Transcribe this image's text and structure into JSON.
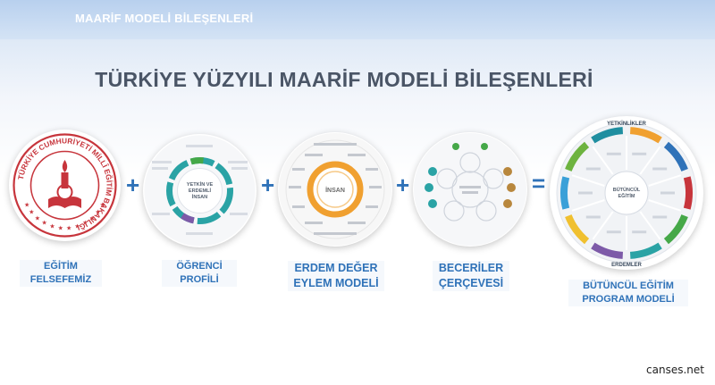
{
  "header": {
    "title": "MAARİF MODELİ BİLEŞENLERİ"
  },
  "main_title": "TÜRKİYE YÜZYILI MAARİF MODELİ BİLEŞENLERİ",
  "operators": {
    "plus": "+",
    "equals": "="
  },
  "components": [
    {
      "line1": "EĞİTİM",
      "line2": "FELSEFEMİZ"
    },
    {
      "line1": "ÖĞRENCİ",
      "line2": "PROFİLİ"
    },
    {
      "line1": "ERDEM DEĞER",
      "line2": "EYLEM MODELİ"
    },
    {
      "line1": "BECERİLER",
      "line2": "ÇERÇEVESİ"
    },
    {
      "line1": "BÜTÜNCÜL EĞİTİM",
      "line2": "PROGRAM MODELİ"
    }
  ],
  "seal": {
    "ring_text": "TÜRKİYE CUMHURİYETİ MİLLÎ EĞİTİM BAKANLIĞI",
    "stars": 12
  },
  "profile_disk": {
    "center_line1": "YETKİN VE",
    "center_line2": "ERDEMLİ",
    "center_line3": "İNSAN"
  },
  "erdem_disk": {
    "center": "İNSAN"
  },
  "program_disk": {
    "top": "YETKİNLİKLER",
    "bottom": "ERDEMLER",
    "center_line1": "BÜTÜNCÜL",
    "center_line2": "EĞİTİM"
  },
  "colors": {
    "accent_blue": "#2f72b8",
    "seal_red": "#c7353c",
    "title_gray": "#4a5566",
    "orange": "#f0a030",
    "teal": "#2aa3a5",
    "green": "#45a848",
    "purple": "#7d5aa8"
  },
  "watermark": "canses.net"
}
